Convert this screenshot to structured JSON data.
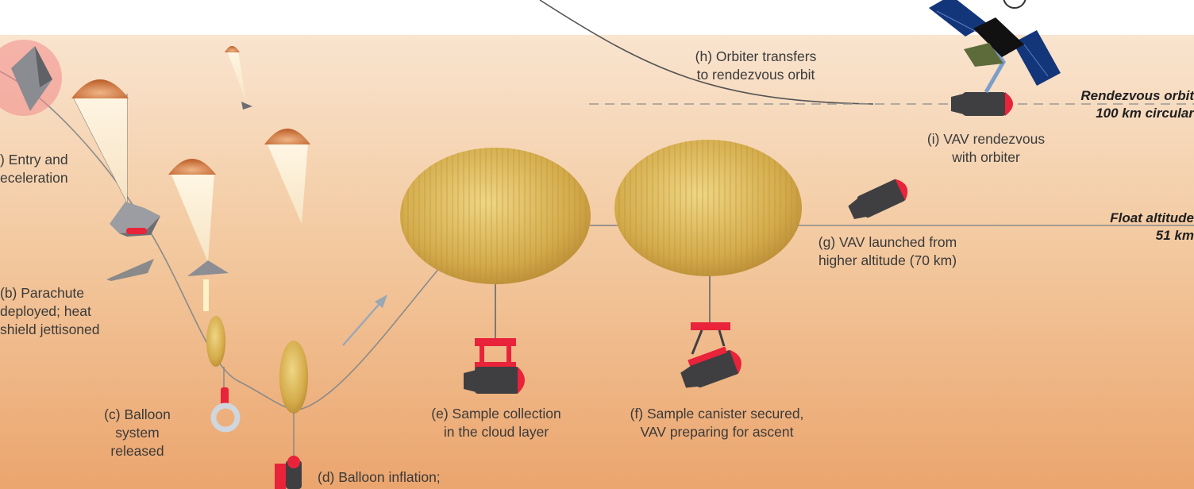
{
  "labels": {
    "entry": ") Entry and\neceleration",
    "parachute": "(b) Parachute\ndeployed; heat\nshield jettisoned",
    "balloon_release": "(c) Balloon\nsystem\nreleased",
    "inflation": "(d) Balloon inflation;",
    "sample_collection": "(e) Sample collection\nin the cloud layer",
    "canister": "(f) Sample canister secured,\nVAV preparing for ascent",
    "vav_launch": "(g) VAV launched from\nhigher altitude (70 km)",
    "orbiter_transfer": "(h) Orbiter transfers\nto rendezvous orbit",
    "vav_rendezvous": "(i) VAV rendezvous\nwith orbiter",
    "rendezvous_orbit": "Rendezvous orbit\n100 km circular",
    "float_altitude": "Float altitude\n51 km"
  },
  "colors": {
    "sky_top": "#f9e4cf",
    "sky_bottom": "#eba56e",
    "vav_body": "#3f3f42",
    "vav_nose": "#e8233a",
    "balloon": "#d9b04e",
    "canopy": "#c7652c",
    "trajectory": "#8a8a8a"
  }
}
